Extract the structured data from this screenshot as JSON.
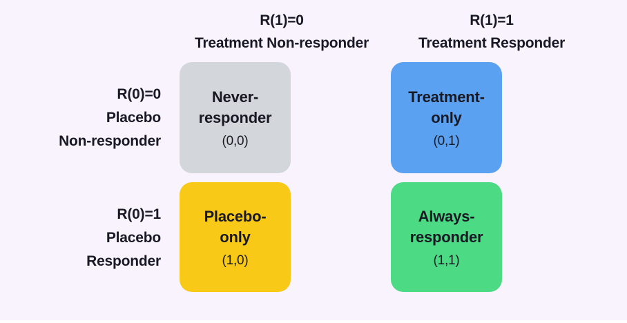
{
  "diagram": {
    "background_color": "#f8f3fc",
    "text_color": "#191923",
    "column_headers": [
      {
        "variable": "R(1)=0",
        "label": "Treatment Non-responder"
      },
      {
        "variable": "R(1)=1",
        "label": "Treatment Responder"
      }
    ],
    "row_headers": [
      {
        "variable": "R(0)=0",
        "label_line1": "Placebo",
        "label_line2": "Non-responder"
      },
      {
        "variable": "R(0)=1",
        "label_line1": "Placebo",
        "label_line2": "Responder"
      }
    ],
    "cells": [
      {
        "name": "never-responder",
        "title_line1": "Never-",
        "title_line2": "responder",
        "potential_outcomes": "(0,0)",
        "color": "#d3d7db"
      },
      {
        "name": "treatment-only",
        "title_line1": "Treatment-",
        "title_line2": "only",
        "potential_outcomes": "(0,1)",
        "color": "#5aa1f2"
      },
      {
        "name": "placebo-only",
        "title_line1": "Placebo-",
        "title_line2": "only",
        "potential_outcomes": "(1,0)",
        "color": "#f8c916"
      },
      {
        "name": "always-responder",
        "title_line1": "Always-",
        "title_line2": "responder",
        "potential_outcomes": "(1,1)",
        "color": "#4cda84"
      }
    ]
  }
}
